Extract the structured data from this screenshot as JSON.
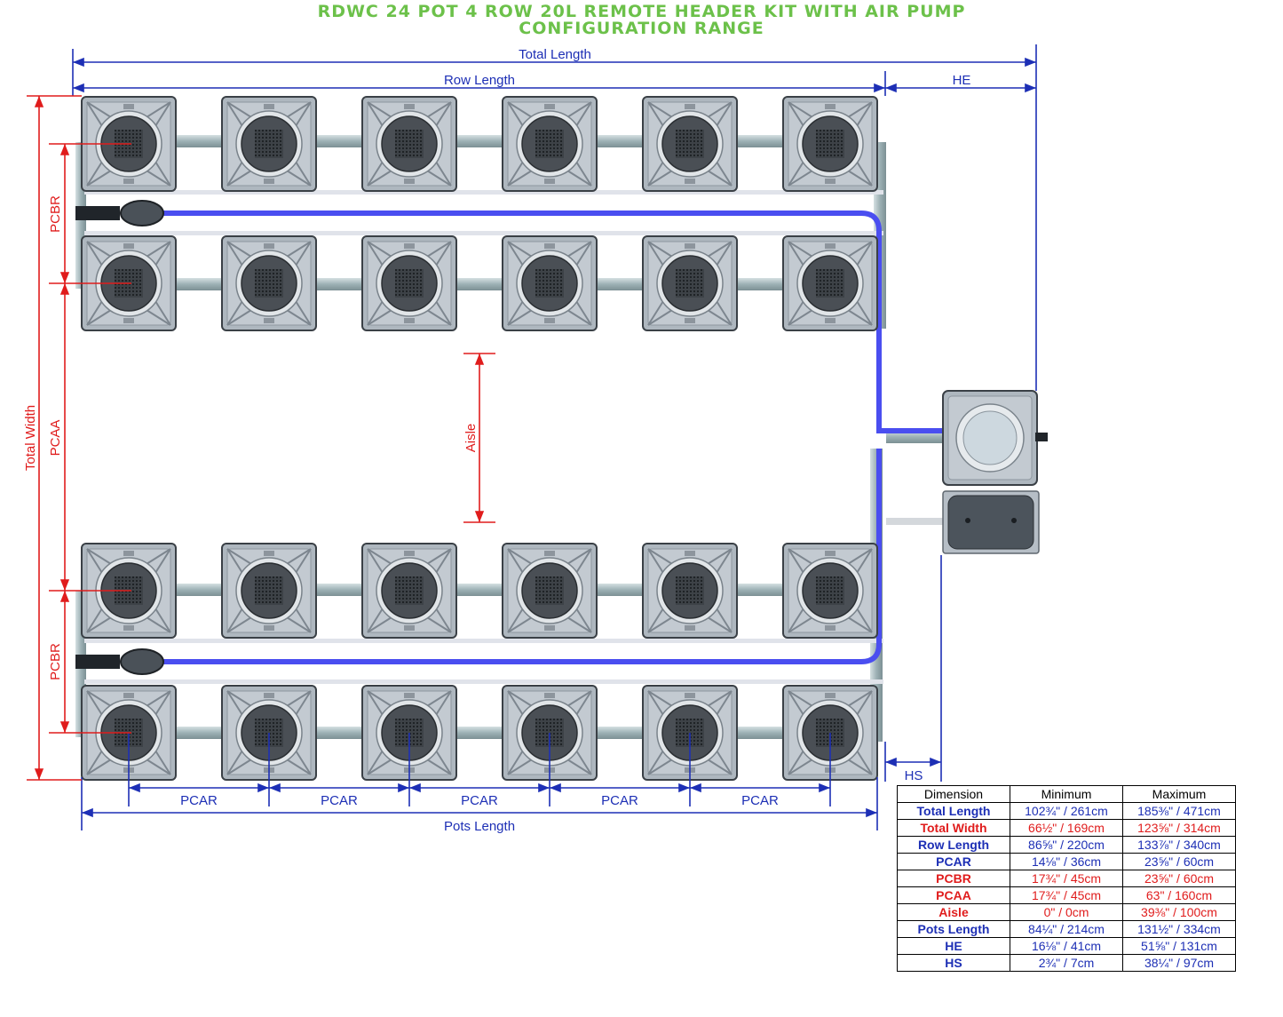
{
  "title": {
    "line1": "RDWC 24 POT 4 ROW 20L REMOTE HEADER KIT WITH AIR PUMP",
    "line2": "CONFIGURATION RANGE"
  },
  "labels": {
    "total_length": "Total Length",
    "row_length": "Row Length",
    "he": "HE",
    "total_width": "Total Width",
    "pcbr": "PCBR",
    "pcaa": "PCAA",
    "aisle": "Aisle",
    "hs": "HS",
    "pcar": "PCAR",
    "pots_length": "Pots Length"
  },
  "colors": {
    "blue_dim": "#1d2fb5",
    "red_dim": "#e01c1c",
    "title_green": "#6cc14a",
    "pot_grey": "#b4bcc4",
    "air_line": "#4a4ef0",
    "pipe": "#a8b8bc"
  },
  "layout": {
    "rows": 4,
    "pots_per_row": 6
  },
  "table": {
    "headers": [
      "Dimension",
      "Minimum",
      "Maximum"
    ],
    "rows": [
      {
        "name": "Total Length",
        "min": "102¾\" / 261cm",
        "max": "185⅜\" / 471cm",
        "color": "blue"
      },
      {
        "name": "Total Width",
        "min": "66½\" / 169cm",
        "max": "123⅝\" / 314cm",
        "color": "red"
      },
      {
        "name": "Row Length",
        "min": "86⅝\" / 220cm",
        "max": "133⅞\" / 340cm",
        "color": "blue"
      },
      {
        "name": "PCAR",
        "min": "14⅛\" / 36cm",
        "max": "23⅝\" / 60cm",
        "color": "blue"
      },
      {
        "name": "PCBR",
        "min": "17¾\" / 45cm",
        "max": "23⅝\" / 60cm",
        "color": "red"
      },
      {
        "name": "PCAA",
        "min": "17¾\" / 45cm",
        "max": "63\" / 160cm",
        "color": "red"
      },
      {
        "name": "Aisle",
        "min": "0\" / 0cm",
        "max": "39⅜\" / 100cm",
        "color": "red"
      },
      {
        "name": "Pots Length",
        "min": "84¼\" / 214cm",
        "max": "131½\" / 334cm",
        "color": "blue"
      },
      {
        "name": "HE",
        "min": "16⅛\" / 41cm",
        "max": "51⅝\" / 131cm",
        "color": "blue"
      },
      {
        "name": "HS",
        "min": "2¾\" / 7cm",
        "max": "38¼\" / 97cm",
        "color": "blue"
      }
    ]
  }
}
